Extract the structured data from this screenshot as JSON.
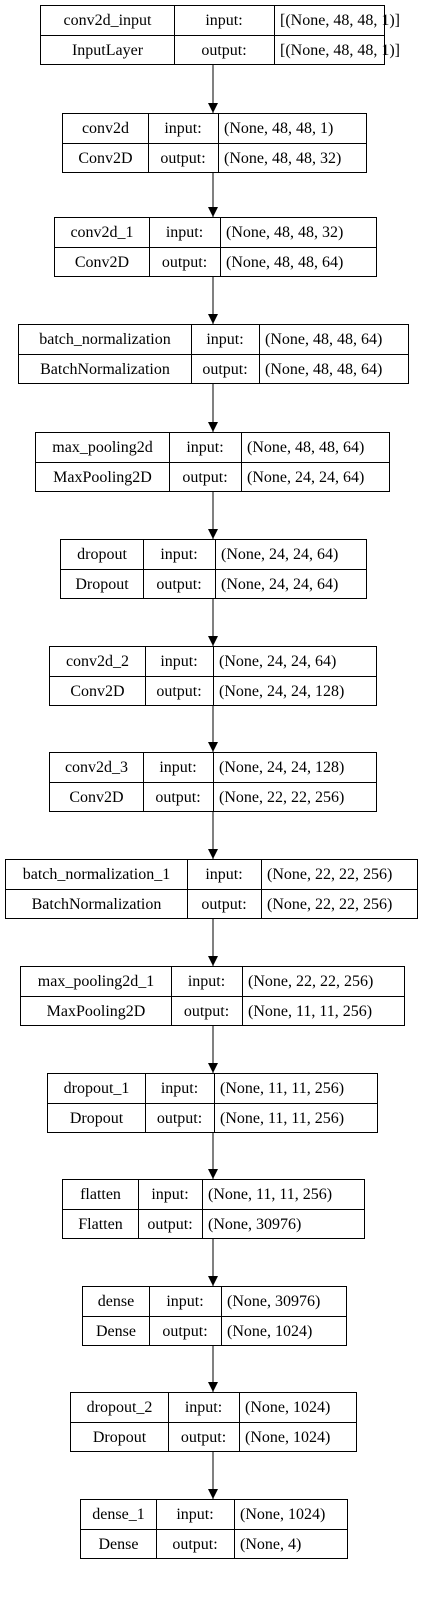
{
  "diagram": {
    "type": "keras-model-plot",
    "show_shapes": true,
    "colors": {
      "line": "#000000",
      "background": "#ffffff"
    },
    "io_labels": {
      "input": "input:",
      "output": "output:"
    },
    "layers": [
      {
        "name": "conv2d_input",
        "class": "InputLayer",
        "input": "[(None, 48, 48, 1)]",
        "output": "[(None, 48, 48, 1)]"
      },
      {
        "name": "conv2d",
        "class": "Conv2D",
        "input": "(None, 48, 48, 1)",
        "output": "(None, 48, 48, 32)"
      },
      {
        "name": "conv2d_1",
        "class": "Conv2D",
        "input": "(None, 48, 48, 32)",
        "output": "(None, 48, 48, 64)"
      },
      {
        "name": "batch_normalization",
        "class": "BatchNormalization",
        "input": "(None, 48, 48, 64)",
        "output": "(None, 48, 48, 64)"
      },
      {
        "name": "max_pooling2d",
        "class": "MaxPooling2D",
        "input": "(None, 48, 48, 64)",
        "output": "(None, 24, 24, 64)"
      },
      {
        "name": "dropout",
        "class": "Dropout",
        "input": "(None, 24, 24, 64)",
        "output": "(None, 24, 24, 64)"
      },
      {
        "name": "conv2d_2",
        "class": "Conv2D",
        "input": "(None, 24, 24, 64)",
        "output": "(None, 24, 24, 128)"
      },
      {
        "name": "conv2d_3",
        "class": "Conv2D",
        "input": "(None, 24, 24, 128)",
        "output": "(None, 22, 22, 256)"
      },
      {
        "name": "batch_normalization_1",
        "class": "BatchNormalization",
        "input": "(None, 22, 22, 256)",
        "output": "(None, 22, 22, 256)"
      },
      {
        "name": "max_pooling2d_1",
        "class": "MaxPooling2D",
        "input": "(None, 22, 22, 256)",
        "output": "(None, 11, 11, 256)"
      },
      {
        "name": "dropout_1",
        "class": "Dropout",
        "input": "(None, 11, 11, 256)",
        "output": "(None, 11, 11, 256)"
      },
      {
        "name": "flatten",
        "class": "Flatten",
        "input": "(None, 11, 11, 256)",
        "output": "(None, 30976)"
      },
      {
        "name": "dense",
        "class": "Dense",
        "input": "(None, 30976)",
        "output": "(None, 1024)"
      },
      {
        "name": "dropout_2",
        "class": "Dropout",
        "input": "(None, 1024)",
        "output": "(None, 1024)"
      },
      {
        "name": "dense_1",
        "class": "Dense",
        "input": "(None, 1024)",
        "output": "(None, 4)"
      }
    ]
  }
}
